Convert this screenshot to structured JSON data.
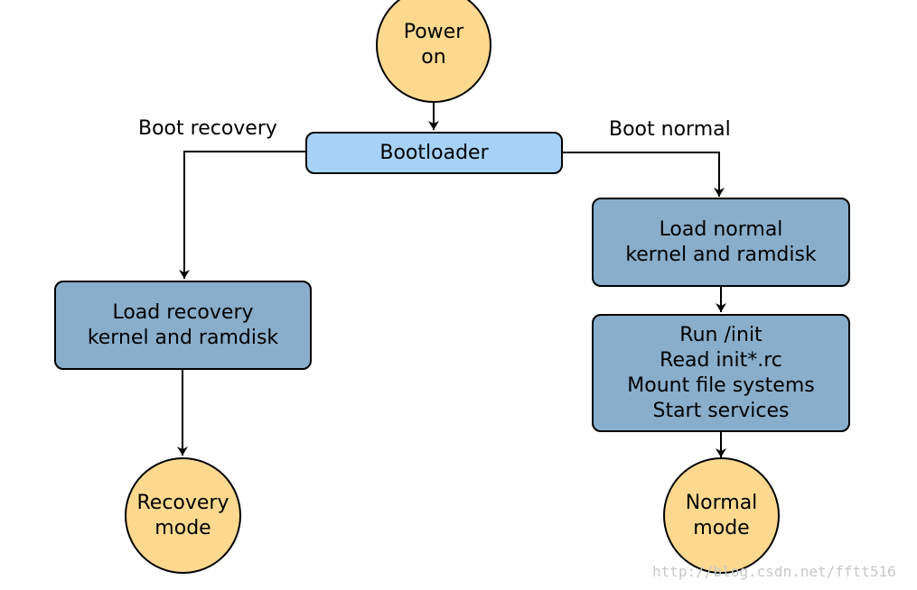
{
  "nodes": {
    "power_on": [
      "Power",
      "on"
    ],
    "bootloader": [
      "Bootloader"
    ],
    "load_recovery": [
      "Load recovery",
      "kernel and ramdisk"
    ],
    "load_normal": [
      "Load normal",
      "kernel and ramdisk"
    ],
    "init_steps": [
      "Run /init",
      "Read init*.rc",
      "Mount file systems",
      "Start services"
    ],
    "recovery_mode": [
      "Recovery",
      "mode"
    ],
    "normal_mode": [
      "Normal",
      "mode"
    ]
  },
  "edges": {
    "boot_recovery": "Boot recovery",
    "boot_normal": "Boot normal"
  },
  "watermark": "http://blog.csdn.net/fftt516",
  "colors": {
    "circle_fill": "#fcd98f",
    "box_fill": "#89aecb",
    "bootloader_fill": "#a6d2f7",
    "stroke": "#000000"
  }
}
